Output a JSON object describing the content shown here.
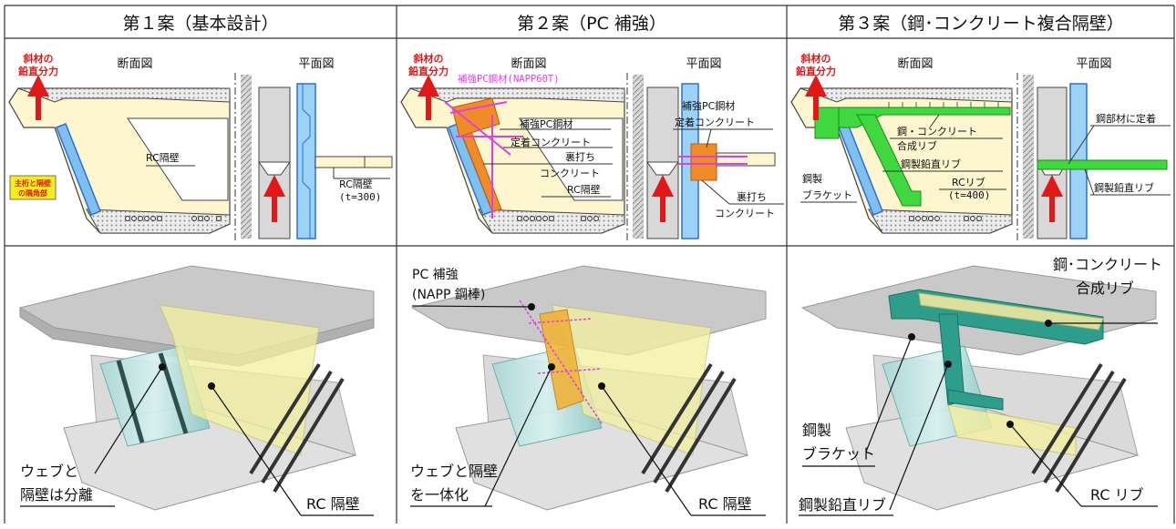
{
  "panels": [
    {
      "header": "第１案（基本設計）",
      "section_title": "断面図",
      "plan_title": "平面図",
      "force_label_1": "斜材の",
      "force_label_2": "鉛直分力",
      "corner_note_1": "主桁と隔壁",
      "corner_note_2": "の隅角部",
      "rc_wall": "RC隔壁",
      "plan_wall": "RC隔壁",
      "plan_thickness": "(t=300)",
      "model_left_1": "ウェブと",
      "model_left_2": "隔壁は分離",
      "model_right": "RC 隔壁"
    },
    {
      "header": "第２案（PC 補強）",
      "section_title": "断面図",
      "plan_title": "平面図",
      "force_label_1": "斜材の",
      "force_label_2": "鉛直分力",
      "pc_label": "補強PC鋼材(NAPP60T)",
      "sec_anchor_1": "補強PC鋼材",
      "sec_anchor_2": "定着コンクリート",
      "sec_backfill_1": "裏打ち",
      "sec_backfill_2": "コンクリート",
      "rc_wall": "RC隔壁",
      "plan_anchor_1": "補強PC鋼材",
      "plan_anchor_2": "定着コンクリート",
      "plan_backfill_1": "裏打ち",
      "plan_backfill_2": "コンクリート",
      "model_top_1": "PC 補強",
      "model_top_2": "(NAPP 鋼棒)",
      "model_left_1": "ウェブと隔壁",
      "model_left_2": "を一体化",
      "model_right": "RC 隔壁"
    },
    {
      "header": "第３案（鋼･コンクリート複合隔壁）",
      "section_title": "断面図",
      "plan_title": "平面図",
      "force_label_1": "斜材の",
      "force_label_2": "鉛直分力",
      "sec_rib_1": "鋼・コンクリート",
      "sec_rib_2": "合成リブ",
      "sec_vertical": "鋼製鉛直リブ",
      "sec_bracket_1": "鋼製",
      "sec_bracket_2": "ブラケット",
      "sec_rc_rib": "RCリブ",
      "sec_rc_thickness": "(t=400)",
      "plan_anchor": "鋼部材に定着",
      "plan_vertical": "鋼製鉛直リブ",
      "model_top_1": "鋼･コンクリート",
      "model_top_2": "合成リブ",
      "model_left_1": "鋼製",
      "model_left_2": "ブラケット",
      "model_bottom": "鋼製鉛直リブ",
      "model_right": "RC リブ"
    }
  ],
  "colors": {
    "concrete_fill": "#fdf6cf",
    "web_blue": "#2a6fdc",
    "force_arrow": "#e01818",
    "pc_magenta": "#e23ee2",
    "anchor_orange": "#f08c28",
    "steel_green": "#3fd93f",
    "note_yellow": "#f5ee1a",
    "note_red": "#e01818"
  }
}
